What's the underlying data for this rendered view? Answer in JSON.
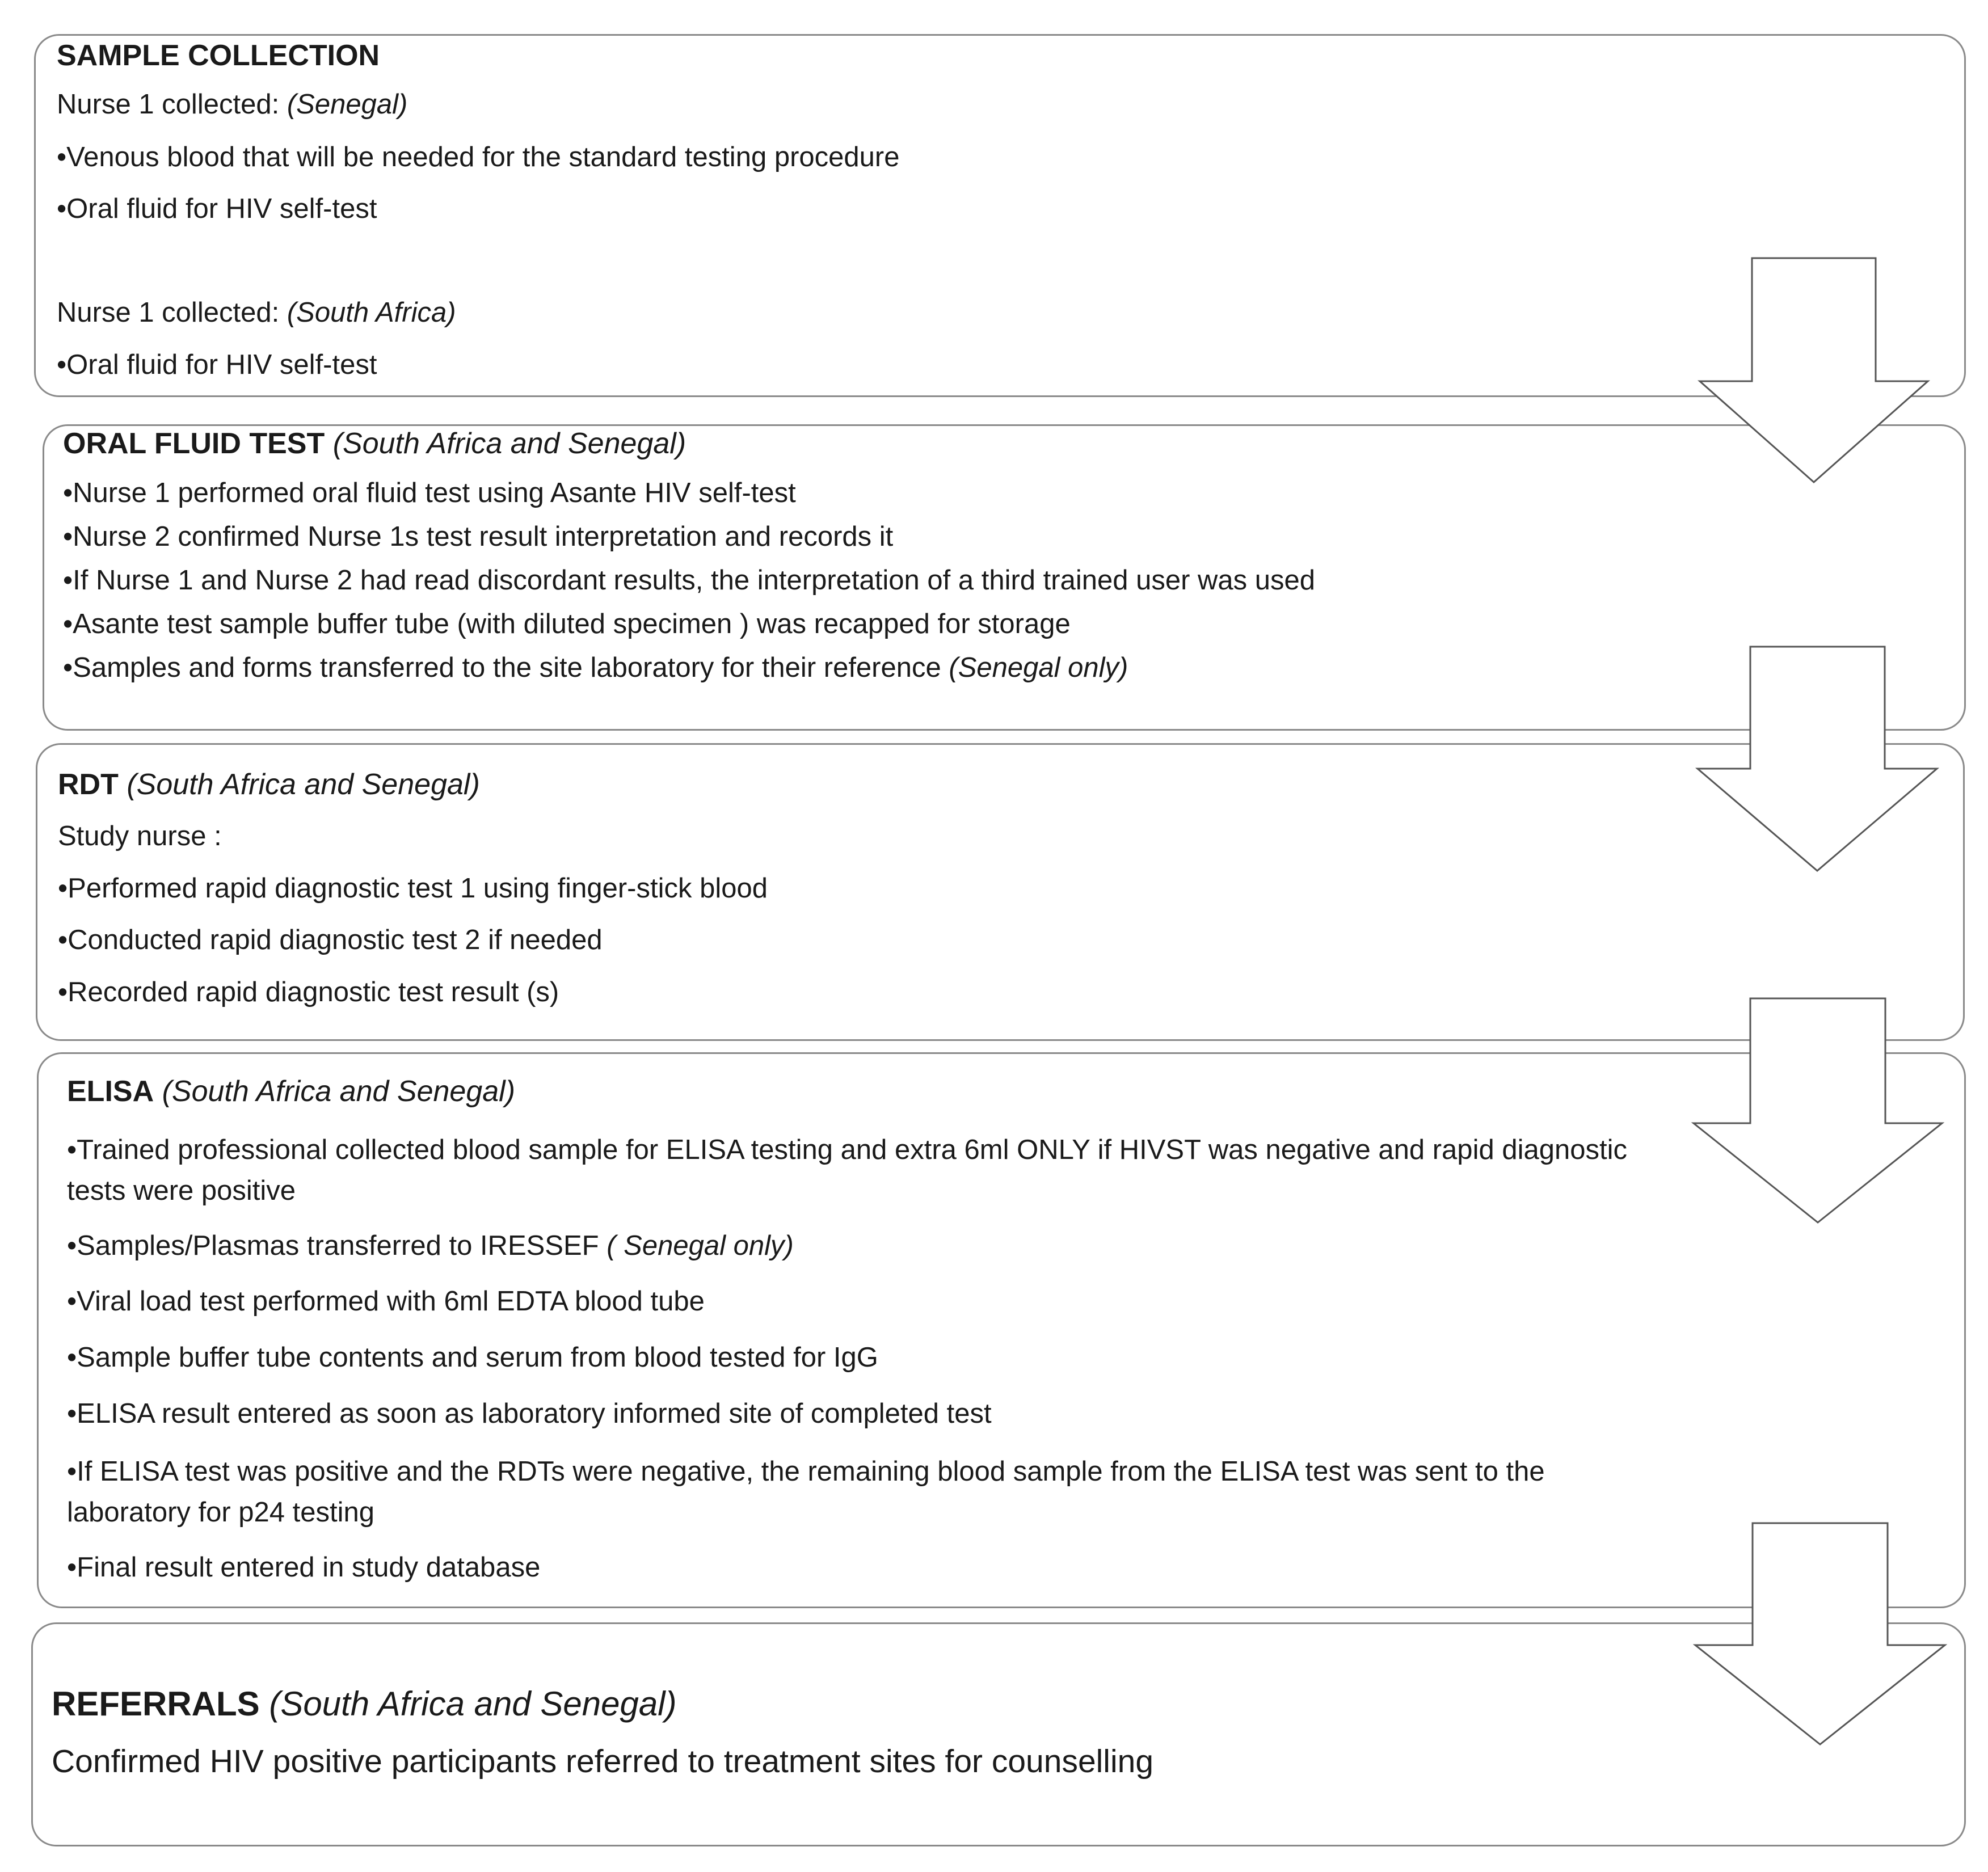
{
  "stages": [
    {
      "id": "sample-collection",
      "title": "SAMPLE COLLECTION",
      "lines": [
        {
          "text": "Nurse 1 collected:  ",
          "italic": "(Senegal)"
        },
        {
          "text": "•Venous blood that will be needed for the standard testing procedure"
        },
        {
          "text": "•Oral fluid for HIV self-test"
        },
        {
          "text": "Nurse 1 collected: ",
          "italic": "(South Africa)"
        },
        {
          "text": "•Oral fluid for HIV self-test"
        }
      ]
    },
    {
      "id": "oral-fluid-test",
      "title": "ORAL FLUID TEST",
      "subtitle": "(South Africa and Senegal)",
      "lines": [
        {
          "text": "•Nurse 1 performed  oral fluid test using Asante HIV self-test"
        },
        {
          "text": "•Nurse 2  confirmed  Nurse 1s test result interpretation and records it"
        },
        {
          "text": "•If Nurse 1 and Nurse 2 had read discordant  results, the interpretation of a third trained user was used"
        },
        {
          "text": "•Asante test sample buffer tube (with diluted specimen ) was recapped for storage"
        },
        {
          "text": "•Samples and forms transferred to the site laboratory for their reference  ",
          "italic": "(Senegal only)"
        }
      ]
    },
    {
      "id": "rdt",
      "title": "RDT",
      "subtitle": "(South Africa and Senegal)",
      "lines": [
        {
          "text": "Study nurse :"
        },
        {
          "text": "•Performed rapid diagnostic test 1 using finger-stick blood"
        },
        {
          "text": "•Conducted rapid diagnostic test 2 if needed"
        },
        {
          "text": "•Recorded rapid diagnostic test result (s)"
        }
      ]
    },
    {
      "id": "elisa",
      "title": "ELISA",
      "subtitle": "(South Africa and Senegal)",
      "lines": [
        {
          "text": "•Trained professional collected blood sample for ELISA testing and extra 6ml ONLY if HIVST was negative and rapid diagnostic tests were positive"
        },
        {
          "text": "•Samples/Plasmas transferred to IRESSEF ",
          "italic": "( Senegal only)"
        },
        {
          "text": "•Viral load test  performed with 6ml EDTA blood tube"
        },
        {
          "text": "•Sample buffer tube contents and serum from blood tested for IgG"
        },
        {
          "text": "•ELISA result  entered as soon as laboratory informed site of completed test"
        },
        {
          "text": "•If ELISA test was positive and the RDTs were negative, the remaining blood sample from the ELISA test was sent to the laboratory for p24 testing"
        },
        {
          "text": "•Final result entered in study database"
        }
      ]
    },
    {
      "id": "referrals",
      "title": "REFERRALS",
      "subtitle": "(South Africa and Senegal)",
      "lines": [
        {
          "text": "Confirmed HIV positive participants referred  to treatment sites for counselling"
        }
      ]
    }
  ]
}
